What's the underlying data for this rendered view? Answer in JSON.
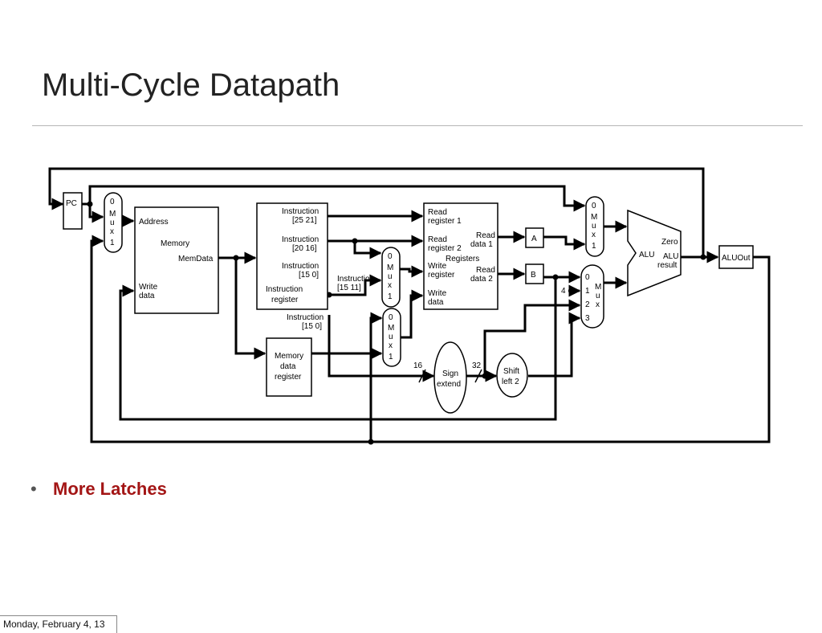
{
  "slide": {
    "title": "Multi-Cycle Datapath",
    "bullet": "More Latches",
    "footer": "Monday, February 4, 13"
  },
  "diagram": {
    "pc": "PC",
    "mux": {
      "zero": "0",
      "one": "1",
      "m": "M",
      "u": "u",
      "x": "x",
      "two": "2",
      "three": "3"
    },
    "memory": {
      "address": "Address",
      "name": "Memory",
      "memdata": "MemData",
      "write1": "Write",
      "write2": "data"
    },
    "ir": {
      "f1a": "Instruction",
      "f1b": "[25   21]",
      "f2a": "Instruction",
      "f2b": "[20   16]",
      "f3a": "Instruction",
      "f3b": "[15   0]",
      "name1": "Instruction",
      "name2": "register"
    },
    "ext": {
      "a1": "Instruction",
      "a2": "[15   11]",
      "b1": "Instruction",
      "b2": "[15   0]"
    },
    "mdr": {
      "l1": "Memory",
      "l2": "data",
      "l3": "register"
    },
    "regs": {
      "rr1a": "Read",
      "rr1b": "register 1",
      "rr2a": "Read",
      "rr2b": "register 2",
      "rd1a": "Read",
      "rd1b": "data 1",
      "rd2a": "Read",
      "rd2b": "data 2",
      "name": "Registers",
      "wra": "Write",
      "wrb": "register",
      "wda": "Write",
      "wdb": "data"
    },
    "a": "A",
    "b": "B",
    "four": "4",
    "alu": {
      "name": "ALU",
      "zero": "Zero",
      "res1": "ALU",
      "res2": "result"
    },
    "aluout": "ALUOut",
    "sign": {
      "l1": "Sign",
      "l2": "extend"
    },
    "shift": {
      "l1": "Shift",
      "l2": "left 2"
    },
    "bits16": "16",
    "bits32": "32"
  }
}
